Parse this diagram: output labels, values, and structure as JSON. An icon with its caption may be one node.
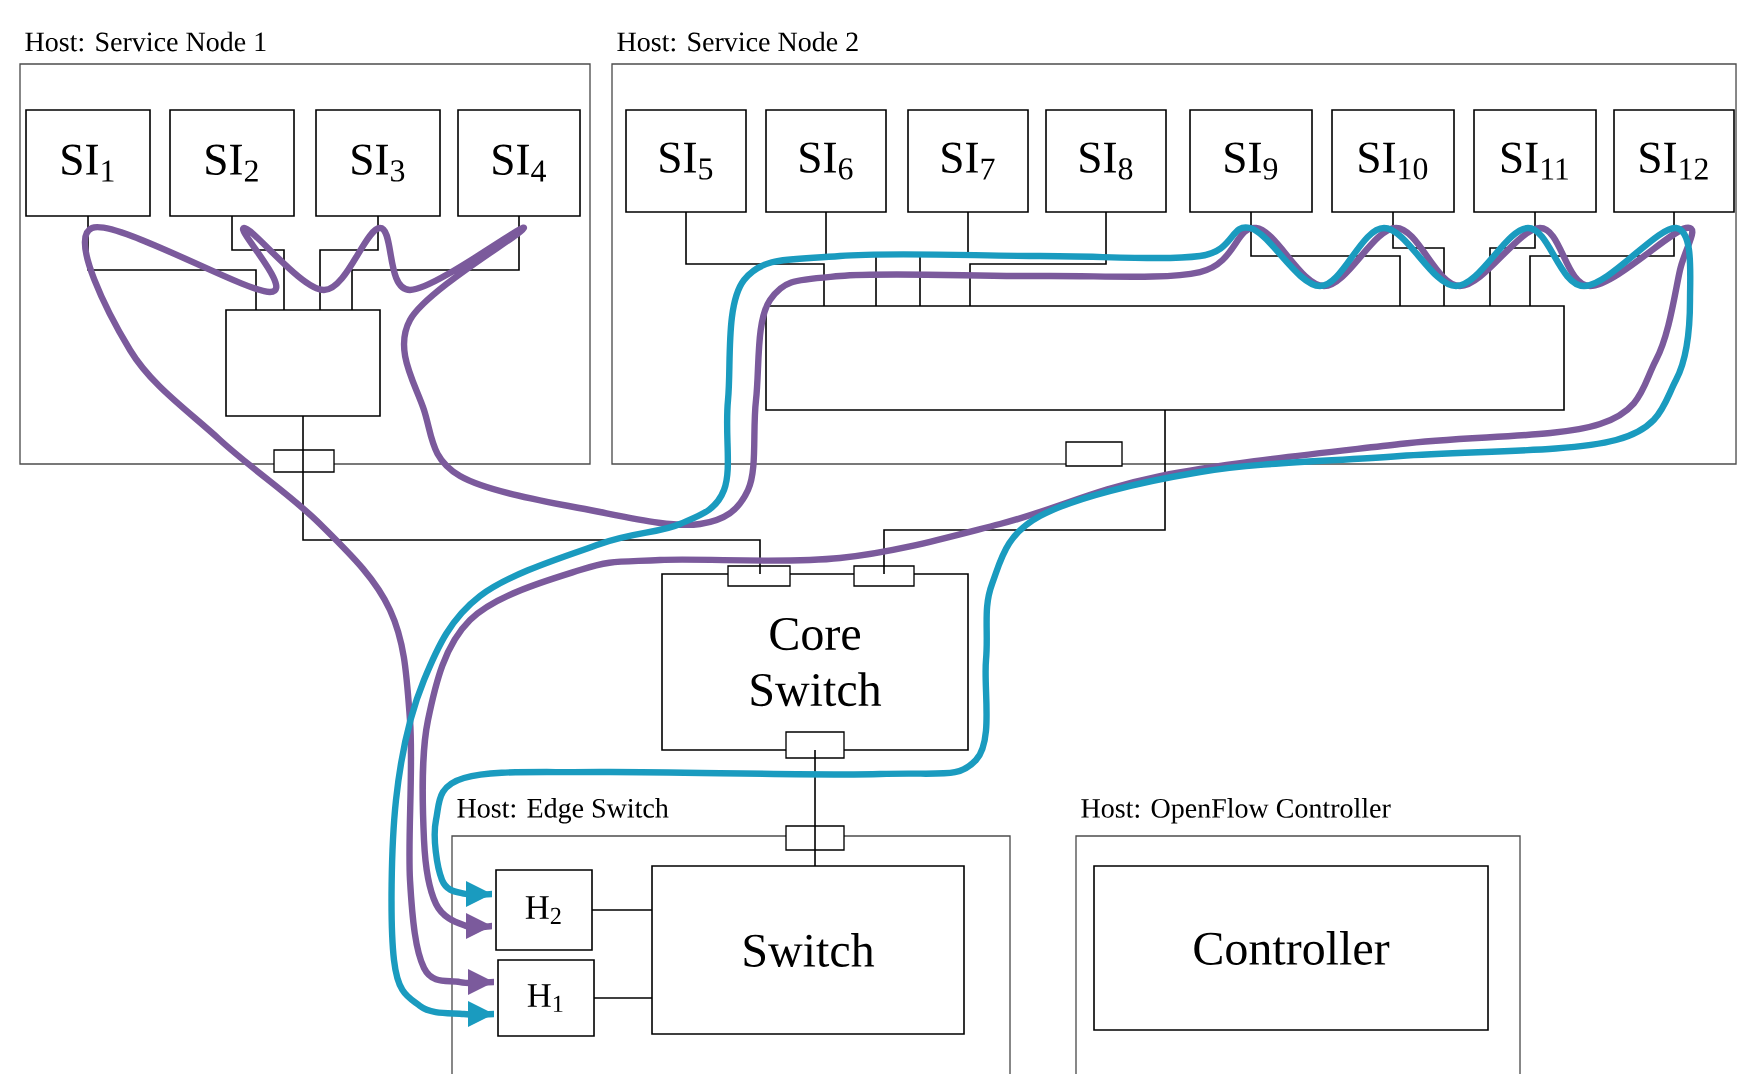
{
  "diagram": {
    "nodes": [
      {
        "text": [
          "Host: Service Node 1"
        ]
      },
      {
        "text": [
          "SI$_{1}$"
        ],
        "in": 0
      },
      {
        "text": [
          "SI$_{2}$"
        ],
        "in": 0
      },
      {
        "text": [
          "SI$_{3}$"
        ],
        "in": 0
      },
      {
        "text": [
          "SI$_{4}$"
        ],
        "in": 0
      },
      {
        "text": [],
        "shape": "box",
        "in": 0
      },
      {
        "text": [
          "Host: Service Node 2"
        ]
      },
      {
        "text": [
          "SI$_{5}$"
        ],
        "in": 6
      },
      {
        "text": [
          "SI$_{6}$"
        ],
        "in": 6
      },
      {
        "text": [
          "SI$_{7}$"
        ],
        "in": 6
      },
      {
        "text": [
          "SI$_{8}$"
        ],
        "in": 6
      },
      {
        "text": [
          "SI$_{9}$"
        ],
        "in": 6
      },
      {
        "text": [
          "SI$_{10}$"
        ],
        "in": 6
      },
      {
        "text": [
          "SI$_{11}$"
        ],
        "in": 6
      },
      {
        "text": [
          "SI$_{12}$"
        ],
        "in": 6
      },
      {
        "text": [],
        "shape": "box",
        "in": 6
      },
      {
        "text": [
          "Core Switch"
        ]
      },
      {
        "text": [
          "Host: Edge Switch"
        ]
      },
      {
        "text": [
          "H$_{2}$"
        ],
        "in": 17
      },
      {
        "text": [
          "H$_{1}$"
        ],
        "in": 17
      },
      {
        "text": [
          "Switch"
        ],
        "in": 17
      },
      {
        "text": [
          "Host: OpenFlow Controller"
        ]
      },
      {
        "text": [
          "Controller"
        ],
        "in": 21
      }
    ],
    "edges": [
      {
        "from": 1,
        "to": 5,
        "arrow": "none"
      },
      {
        "from": 2,
        "to": 5,
        "arrow": "none"
      },
      {
        "from": 3,
        "to": 5,
        "arrow": "none"
      },
      {
        "from": 4,
        "to": 5,
        "arrow": "none"
      },
      {
        "from": 7,
        "to": 15,
        "arrow": "none"
      },
      {
        "from": 8,
        "to": 15,
        "arrow": "none"
      },
      {
        "from": 9,
        "to": 15,
        "arrow": "none"
      },
      {
        "from": 10,
        "to": 15,
        "arrow": "none"
      },
      {
        "from": 11,
        "to": 15,
        "arrow": "none"
      },
      {
        "from": 12,
        "to": 15,
        "arrow": "none"
      },
      {
        "from": 13,
        "to": 15,
        "arrow": "none"
      },
      {
        "from": 14,
        "to": 15,
        "arrow": "none"
      },
      {
        "from": 5,
        "to": 16,
        "arrow": "none"
      },
      {
        "from": 15,
        "to": 16,
        "arrow": "none"
      },
      {
        "from": 16,
        "to": 20,
        "arrow": "none"
      },
      {
        "from": 18,
        "to": 20,
        "arrow": "none"
      },
      {
        "from": 19,
        "to": 20,
        "arrow": "none"
      },
      {
        "from": 18,
        "to": 19,
        "arrow": "both",
        "style": "thick",
        "color": "#7b5a9c"
      },
      {
        "from": 18,
        "to": 19,
        "arrow": "both",
        "style": "thick",
        "color": "#1a9bbf"
      }
    ]
  }
}
